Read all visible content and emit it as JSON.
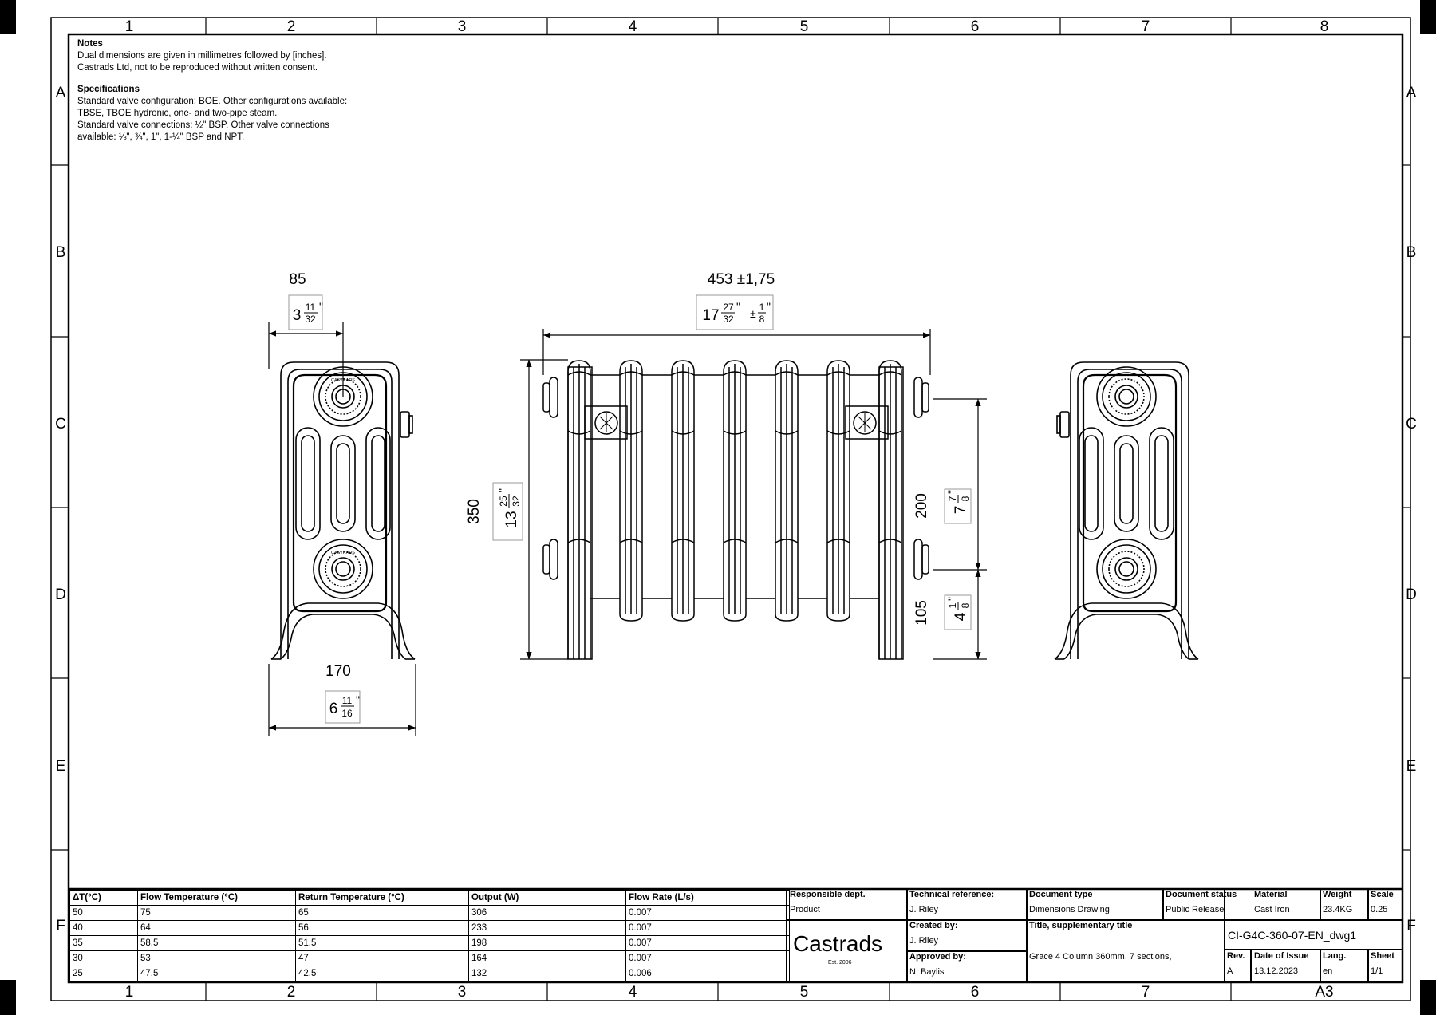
{
  "frame": {
    "columns": [
      "1",
      "2",
      "3",
      "4",
      "5",
      "6",
      "7",
      "8"
    ],
    "rows": [
      "A",
      "B",
      "C",
      "D",
      "E",
      "F"
    ],
    "bottom_right_label": "A3"
  },
  "notes": {
    "title": "Notes",
    "lines": [
      "Dual dimensions are given in millimetres followed by [inches].",
      "Castrads Ltd, not to be reproduced without written consent."
    ],
    "spec_title": "Specifications",
    "spec_lines": [
      "Standard valve configuration: BOE. Other configurations available:",
      "TBSE, TBOE hydronic, one- and two-pipe steam.",
      "Standard valve connections: ½\" BSP. Other valve connections",
      "available: ⅛\", ¾\", 1\", 1-¼\" BSP and NPT."
    ]
  },
  "dimensions": {
    "depth_mm": "85",
    "depth_in_whole": "3",
    "depth_in_num": "11",
    "depth_in_den": "32",
    "foot_mm": "170",
    "foot_in_whole": "6",
    "foot_in_num": "11",
    "foot_in_den": "16",
    "length_mm": "453  ±1,75",
    "length_in_whole": "17",
    "length_in_num": "27",
    "length_in_den": "32",
    "length_tol_num": "1",
    "length_tol_den": "8",
    "height_mm": "350",
    "height_in_whole": "13",
    "height_in_num": "25",
    "height_in_den": "32",
    "centres_mm": "200",
    "centres_in_whole": "7",
    "centres_in_num": "7",
    "centres_in_den": "8",
    "lower_mm": "105",
    "lower_in_whole": "4",
    "lower_in_num": "1",
    "lower_in_den": "8"
  },
  "boss_text": "CASTRADS",
  "output_table": {
    "headers": [
      "ΔT(°C)",
      "Flow Temperature (°C)",
      "Return Temperature (°C)",
      "Output (W)",
      "Flow Rate (L/s)"
    ],
    "rows": [
      [
        "50",
        "75",
        "65",
        "306",
        "0.007"
      ],
      [
        "40",
        "64",
        "56",
        "233",
        "0.007"
      ],
      [
        "35",
        "58.5",
        "51.5",
        "198",
        "0.007"
      ],
      [
        "30",
        "53",
        "47",
        "164",
        "0.007"
      ],
      [
        "25",
        "47.5",
        "42.5",
        "132",
        "0.006"
      ]
    ]
  },
  "title_block": {
    "responsible_dept_label": "Responsible dept.",
    "responsible_dept": "Product",
    "tech_ref_label": "Technical reference:",
    "tech_ref": "J. Riley",
    "doc_type_label": "Document type",
    "doc_type": "Dimensions Drawing",
    "doc_status_label": "Document status",
    "doc_status": "Public Release",
    "material_label": "Material",
    "material": "Cast Iron",
    "weight_label": "Weight",
    "weight": "23.4KG",
    "scale_label": "Scale",
    "scale": "0.25",
    "created_by_label": "Created by:",
    "created_by": "J. Riley",
    "approved_by_label": "Approved by:",
    "approved_by": "N. Baylis",
    "title_label": "Title, supplementary title",
    "title": "Grace 4 Column 360mm, 7 sections,",
    "drawing_number": "CI-G4C-360-07-EN_dwg1",
    "rev_label": "Rev.",
    "rev": "A",
    "date_label": "Date of Issue",
    "date": "13.12.2023",
    "lang_label": "Lang.",
    "lang": "en",
    "sheet_label": "Sheet",
    "sheet": "1/1",
    "company": "Castrads",
    "company_est": "Est. 2006"
  }
}
